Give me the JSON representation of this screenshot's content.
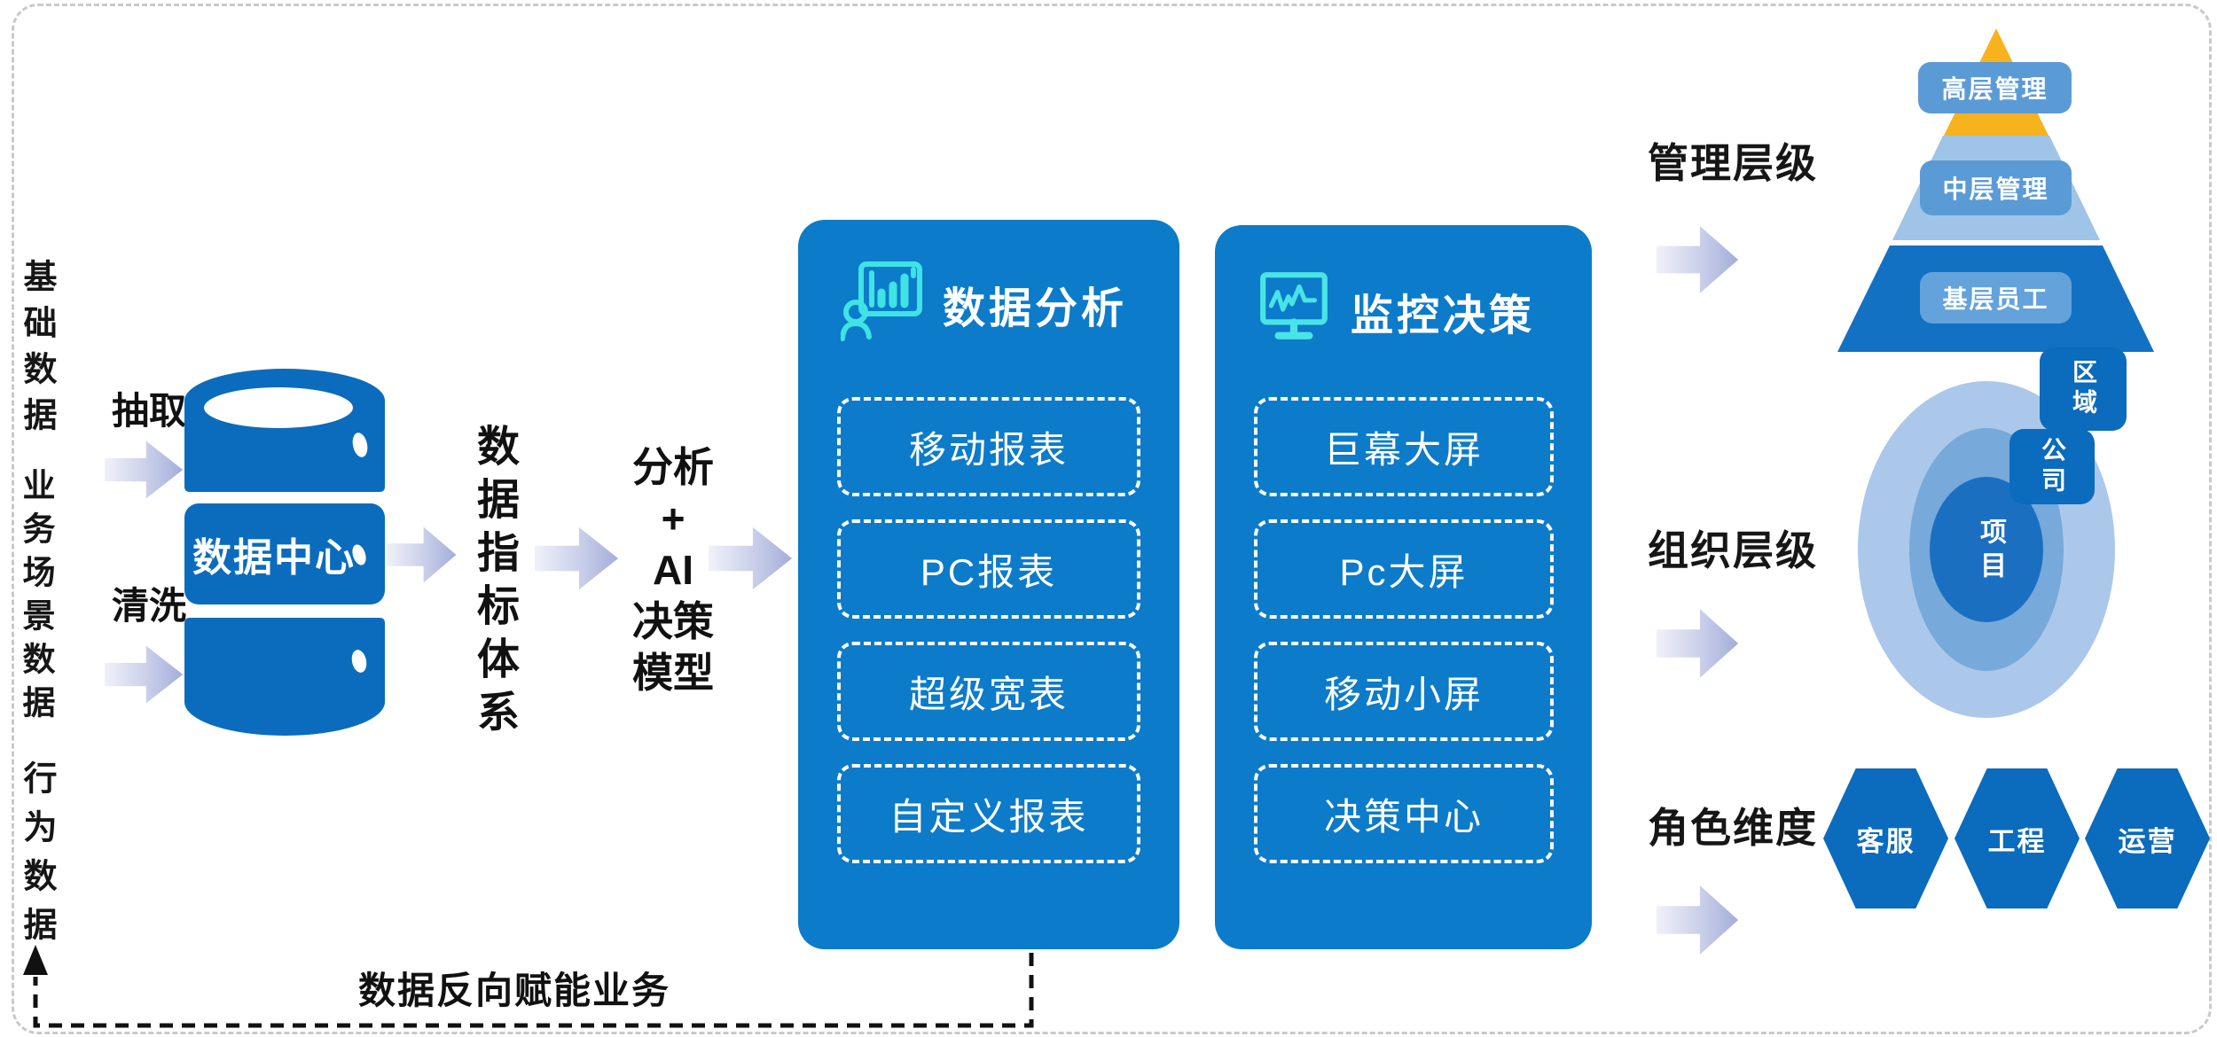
{
  "colors": {
    "panel_blue": "#0c7bca",
    "shape_blue": "#0b6cbd",
    "pyramid_gold": "#f6b31d",
    "pyramid_light": "#9fc4e7",
    "pyramid_dark": "#1371c3",
    "band_blue": "#5b9bd5",
    "ring_outer": "#abc8ea",
    "ring_mid": "#77a9da",
    "ring_inner": "#1b6fc1",
    "icon_teal": "#3fe3e3",
    "arrow_light": "#f0f1f9",
    "arrow_dark": "#a3addb"
  },
  "left_sources": {
    "items": [
      "基础数据",
      "业务场景数据",
      "行为数据"
    ]
  },
  "etl": {
    "extract_label": "抽取",
    "clean_label": "清洗"
  },
  "data_center": {
    "label": "数据中心"
  },
  "indicator_label": "数据指标体系",
  "ai_model": {
    "lines": [
      "分析",
      "+",
      "AI",
      "决策",
      "模型"
    ]
  },
  "panels": [
    {
      "title": "数据分析",
      "icon": "presenter-chart-icon",
      "items": [
        "移动报表",
        "PC报表",
        "超级宽表",
        "自定义报表"
      ]
    },
    {
      "title": "监控决策",
      "icon": "monitor-wave-icon",
      "items": [
        "巨幕大屏",
        "Pc大屏",
        "移动小屏",
        "决策中心"
      ]
    }
  ],
  "right_sections": [
    {
      "label": "管理层级",
      "levels": [
        "高层管理",
        "中层管理",
        "基层员工"
      ]
    },
    {
      "label": "组织层级",
      "rings": [
        "区域",
        "公司",
        "项目"
      ]
    },
    {
      "label": "角色维度",
      "roles": [
        "客服",
        "工程",
        "运营"
      ]
    }
  ],
  "feedback": {
    "label": "数据反向赋能业务"
  }
}
